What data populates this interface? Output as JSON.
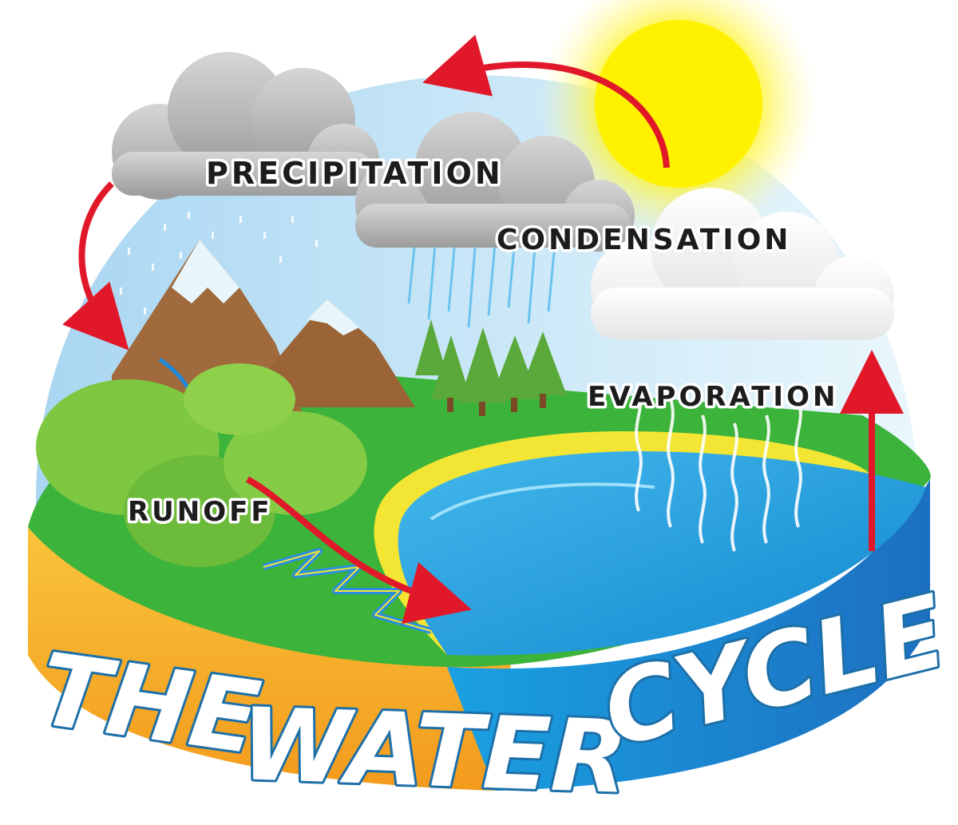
{
  "title": {
    "line1": "THE",
    "line2": "WATER",
    "line3": "CYCLE"
  },
  "labels": {
    "precipitation": "PRECIPITATION",
    "condensation": "CONDENSATION",
    "evaporation": "EVAPORATION",
    "runoff": "RUNOFF"
  },
  "colors": {
    "arrow": "#e0182a",
    "sun": "#ffe600",
    "ground": "#3cb33a",
    "water": "#1aa3e0",
    "base_land": "#f7a823",
    "base_water": "#1f8fd6",
    "cloud_dark": "#a8a8a8",
    "cloud_light": "#f2f2f2"
  }
}
